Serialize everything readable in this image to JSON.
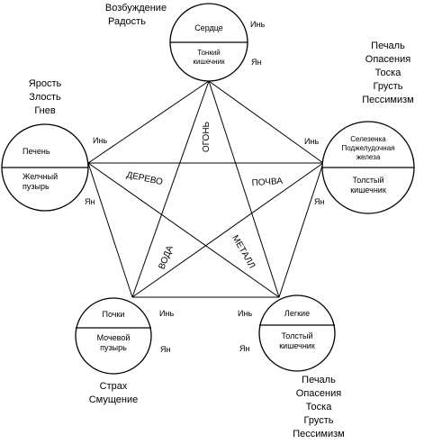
{
  "nodes": {
    "heart": {
      "yin": "Сердце",
      "yang": [
        "Тонкий",
        "кишечник"
      ],
      "yin_label": "Инь",
      "yang_label": "Ян"
    },
    "liver": {
      "yin": "Печень",
      "yang": [
        "Желчный",
        "пузырь"
      ],
      "yin_label": "Инь",
      "yang_label": "Ян"
    },
    "spleen": {
      "yin": [
        "Селезенка",
        "Поджелудочная",
        "железа"
      ],
      "yang": [
        "Толстый",
        "кишечник"
      ],
      "yin_label": "Инь",
      "yang_label": "Ян"
    },
    "kidneys": {
      "yin": "Почки",
      "yang": [
        "Мочевой",
        "пузырь"
      ],
      "yin_label": "Инь",
      "yang_label": "Ян"
    },
    "lungs": {
      "yin": "Легкие",
      "yang": [
        "Толстый",
        "кишечник"
      ],
      "yin_label": "Инь",
      "yang_label": "Ян"
    }
  },
  "elements": {
    "fire": "ОГОНЬ",
    "wood": "ДЕРЕВО",
    "earth": "ПОЧВА",
    "water": "ВОДА",
    "metal": "МЕТАЛЛ"
  },
  "emotions": {
    "heart": [
      "Возбуждение",
      "Радость"
    ],
    "liver": [
      "Ярость",
      "Злость",
      "Гнев"
    ],
    "spleen": [
      "Печаль",
      "Опасения",
      "Тоска",
      "Грусть",
      "Пессимизм"
    ],
    "kidneys": [
      "Страх",
      "Смущение"
    ],
    "lungs": [
      "Печаль",
      "Опасения",
      "Тоска",
      "Грусть",
      "Пессимизм"
    ]
  }
}
